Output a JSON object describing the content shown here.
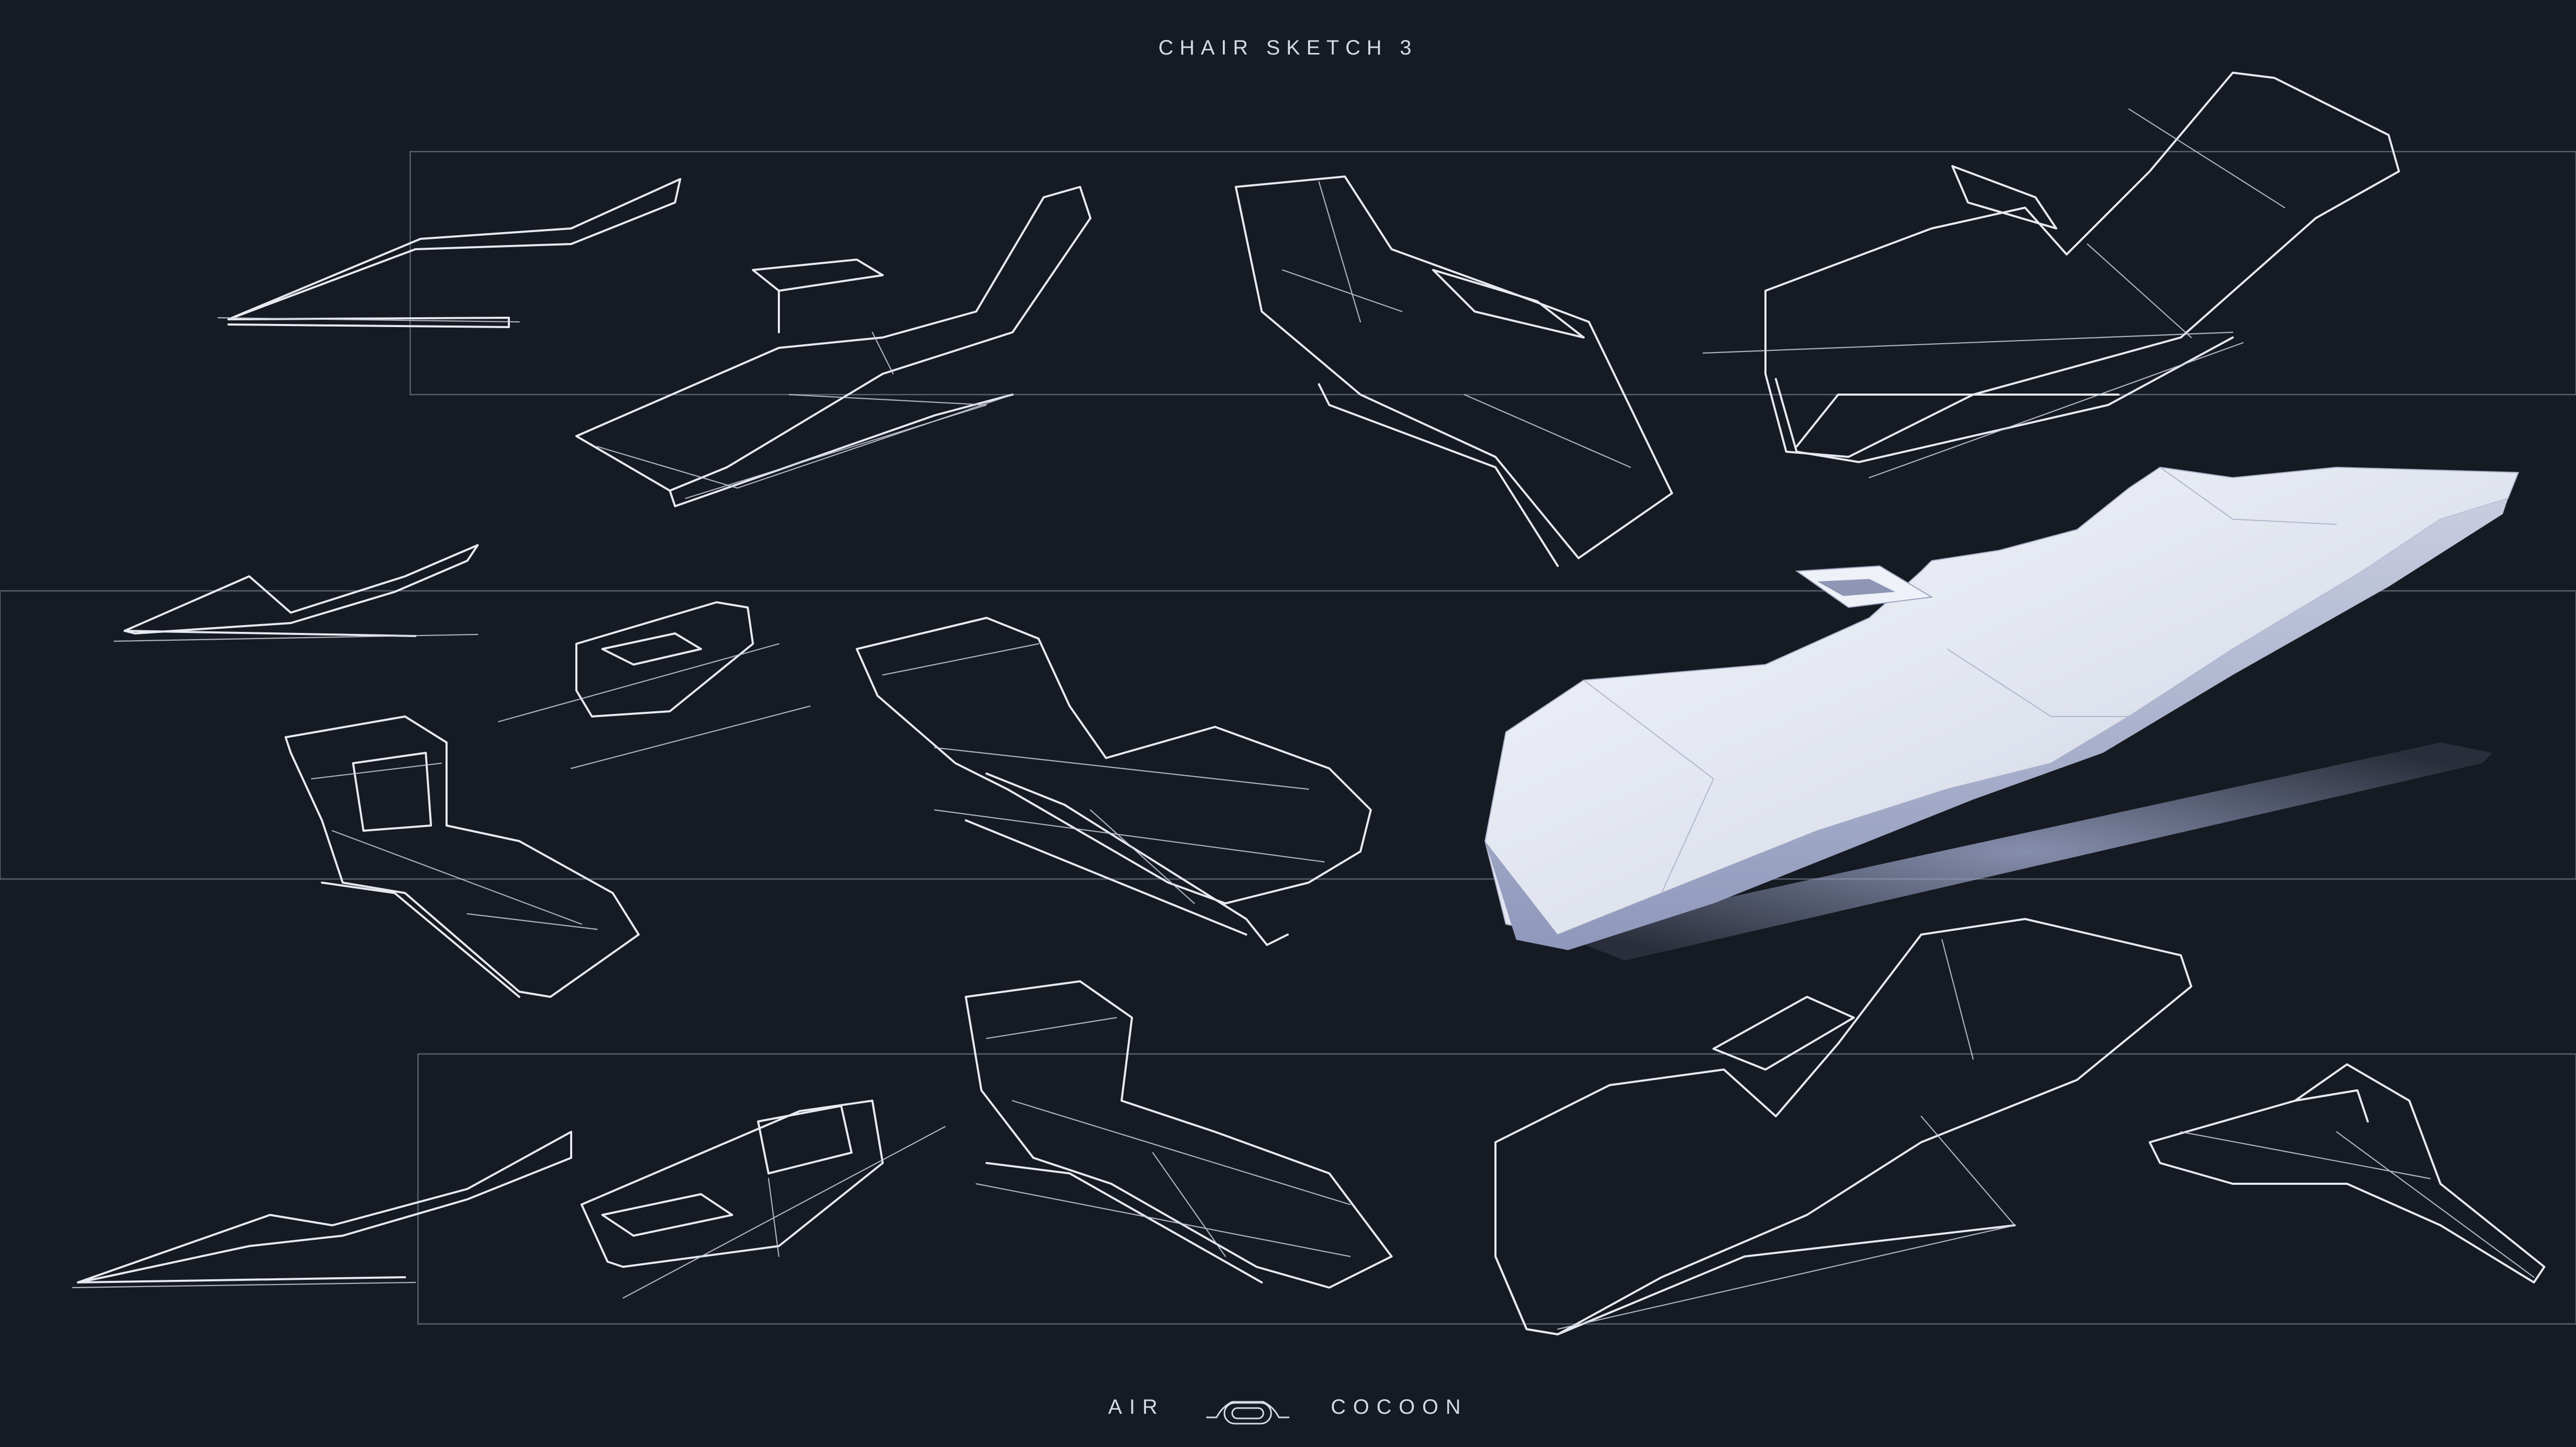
{
  "header": {
    "title": "CHAIR SKETCH 3"
  },
  "footer": {
    "left_word": "AIR",
    "right_word": "COCOON",
    "logo_icon": "cocoon-logo-icon"
  },
  "colors": {
    "background": "#161a22",
    "sketch_line": "#e7eaf0",
    "frame_line": "#5a606c",
    "render_surface": "#dfe3ee",
    "render_shadow": "#8a93b8"
  }
}
